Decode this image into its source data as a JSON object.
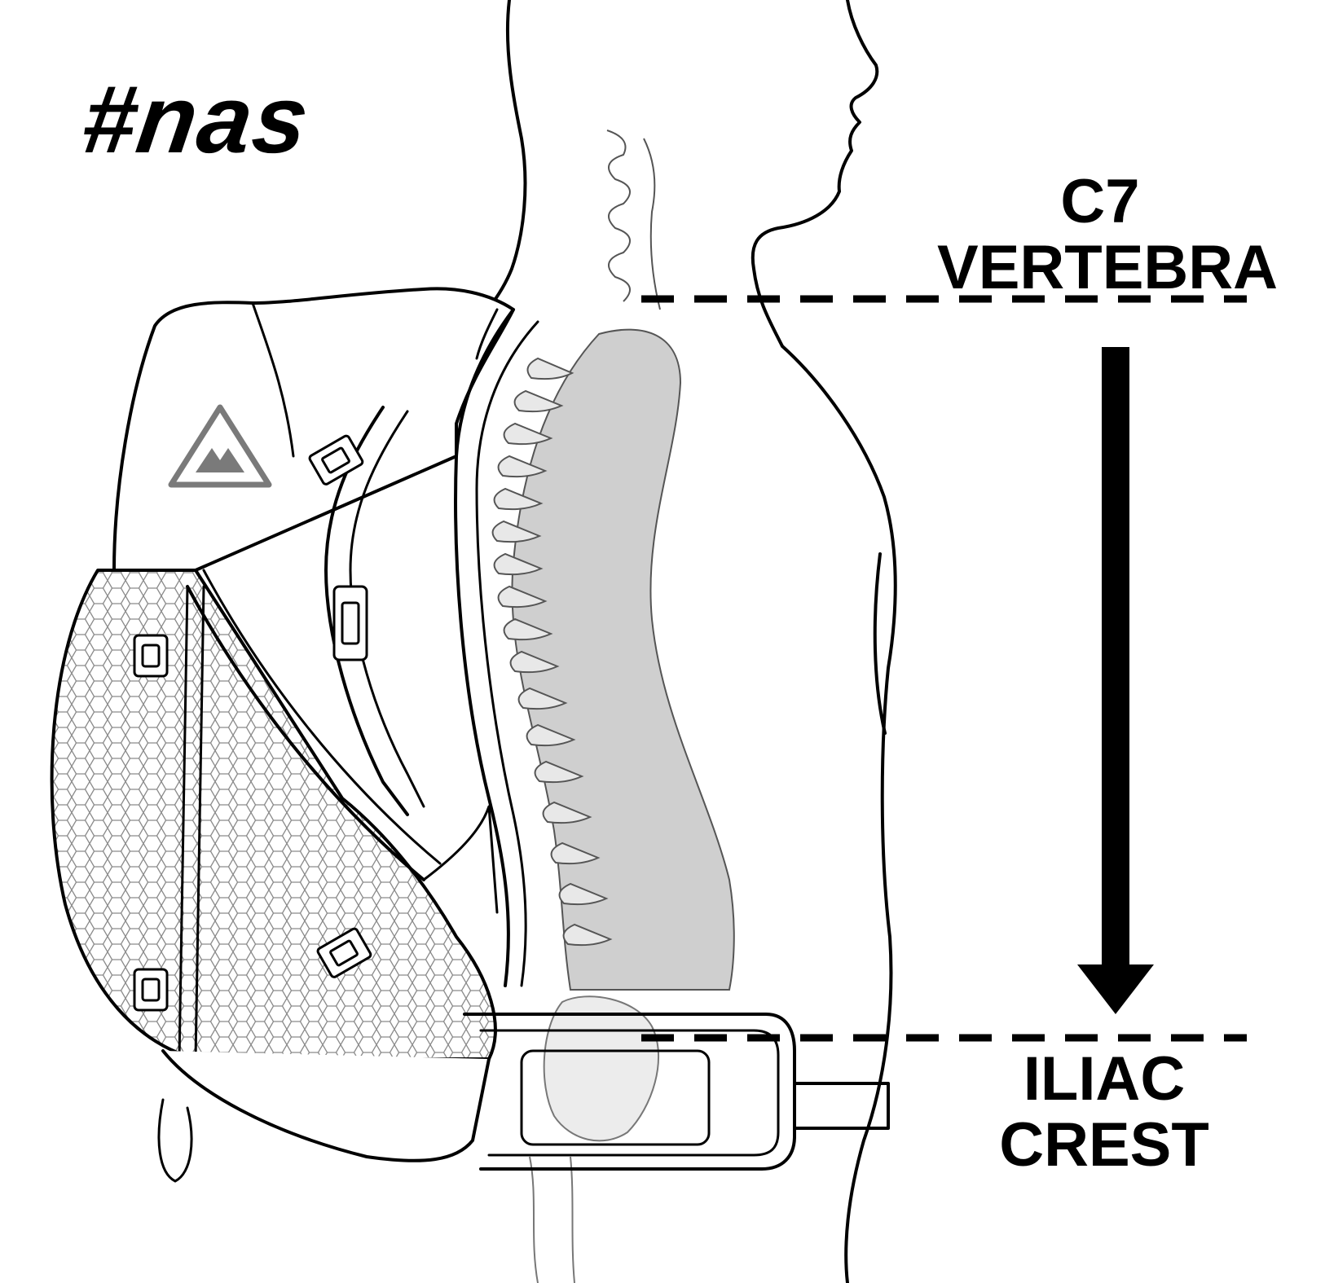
{
  "hashtag": "#nas",
  "labels": {
    "top": {
      "line1": "C7",
      "line2": "VERTEBRA"
    },
    "bottom": {
      "line1": "ILIAC",
      "line2": "CREST"
    }
  },
  "colors": {
    "ink": "#000000",
    "spine_shading": "#cfcfcf",
    "pack_outline": "#555555",
    "logo_gray": "#7a7a7a"
  },
  "icons": {
    "brand_logo": "triangle-logo-icon",
    "arrow": "down-arrow-icon"
  }
}
